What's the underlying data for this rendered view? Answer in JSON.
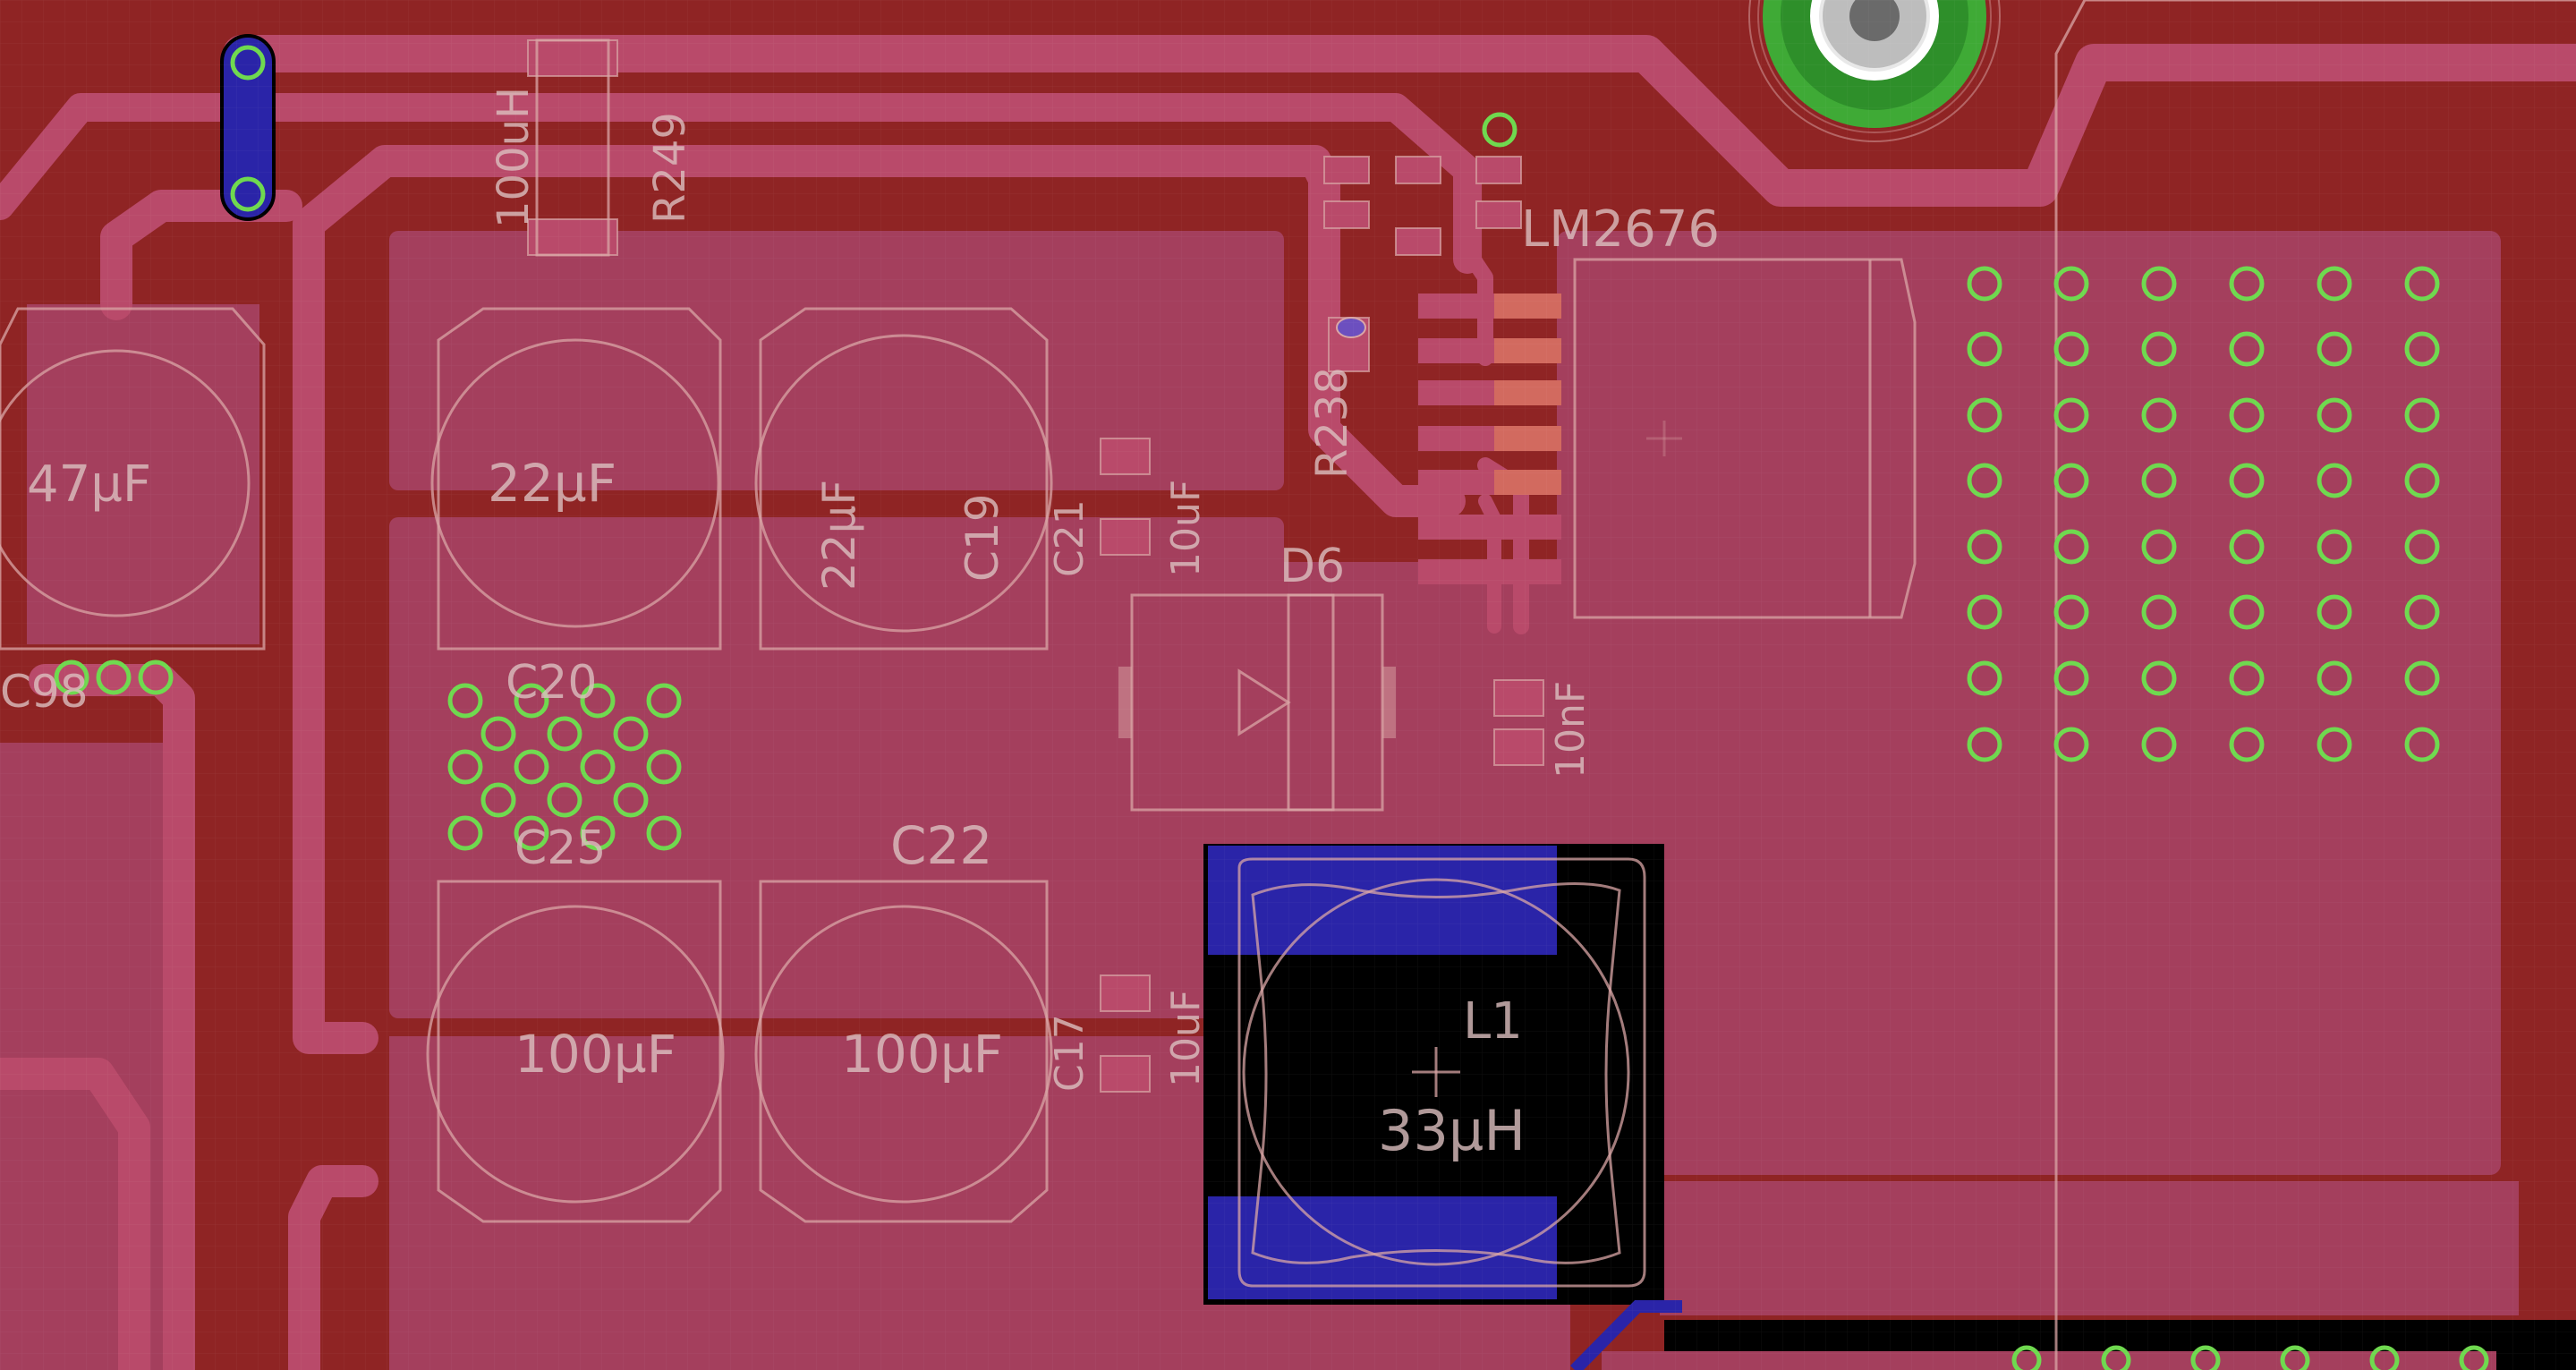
{
  "colors": {
    "background": "#000000",
    "copper_top": "#8f2424",
    "copper_pour": "#a43f5d",
    "trace": "#b94a6a",
    "bottom_layer": "#2a24a8",
    "silkscreen": "#dcc0c0",
    "via_ring": "#6fd94f"
  },
  "designators": {
    "l1": "L1",
    "l1_value": "33µH",
    "c22": "C22",
    "c19": "C19",
    "c20": "C20",
    "c25": "C25",
    "c21": "C21",
    "c17": "C17",
    "c98": "C98",
    "d6": "D6",
    "r238": "R238",
    "r249": "R249",
    "lm2676": "LM2676",
    "val_100uf_a": "100µF",
    "val_100uf_b": "100µF",
    "val_22uf": "22µF",
    "val_47uf": "47µF",
    "val_22uf_b": "22µF",
    "val_10uf_a": "10uF",
    "val_10uf_b": "10uF",
    "val_10nf_a": "10nF",
    "val_100uf_c": "100uH"
  },
  "icons": {
    "mounting_hole": "mounting-hole-icon",
    "via": "via-icon"
  }
}
